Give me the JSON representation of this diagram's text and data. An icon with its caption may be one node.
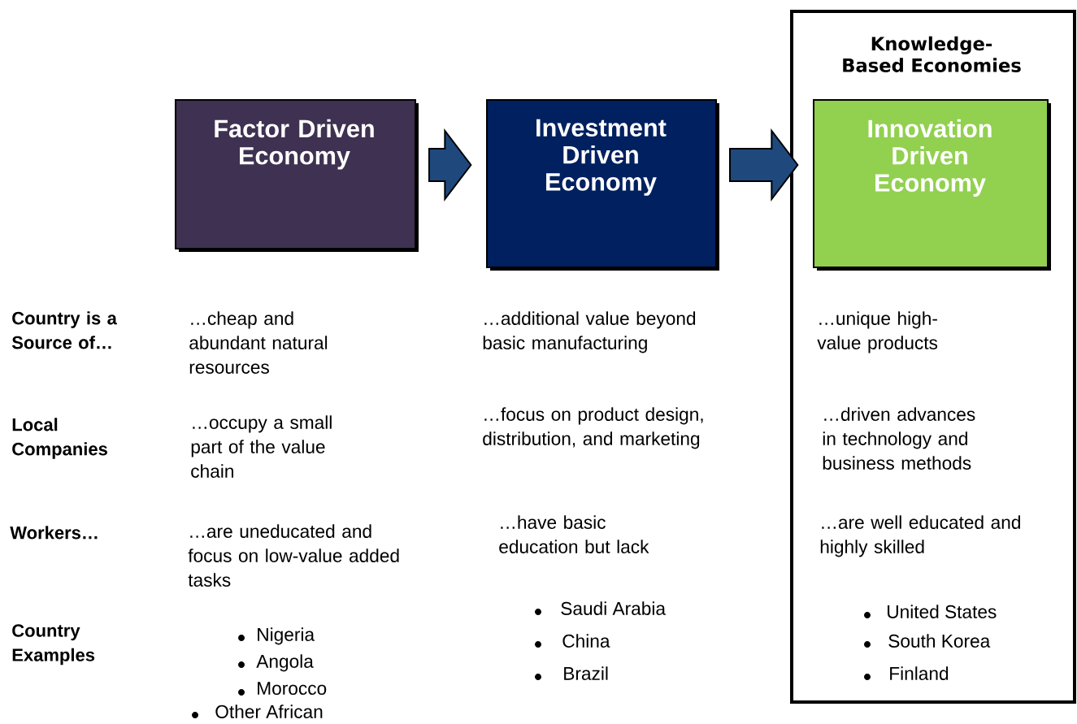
{
  "diagram": {
    "nodes": [
      {
        "text": [
          "Knowledge-Based Economies"
        ]
      },
      {
        "text": [
          "Factor Driven Economy"
        ]
      },
      {
        "text": [
          "Investment Driven Economy"
        ]
      },
      {
        "text": [
          "Innovation Driven Economy"
        ],
        "in": 0
      }
    ],
    "edges": [
      {
        "from": 1,
        "to": 2,
        "arrow": "to"
      },
      {
        "from": 2,
        "to": 3,
        "arrow": "to"
      }
    ],
    "labels": [
      "Country is a Source of…",
      "…cheap and abundant natural resources",
      "…additional value beyond basic manufacturing",
      "…unique high-value products",
      "Local Companies",
      "…occupy a small part of the value chain",
      "…focus on product design, distribution, and marketing",
      "…driven advances in technology and business methods",
      "Workers…",
      "…are uneducated and focus on low-value added tasks",
      "…have basic education but lack",
      "…are well educated and highly skilled",
      "Country Examples",
      "Nigeria",
      "Angola",
      "Morocco",
      "Other African",
      "Saudi Arabia",
      "China",
      "Brazil",
      "United States",
      "South Korea",
      "Finland"
    ]
  }
}
